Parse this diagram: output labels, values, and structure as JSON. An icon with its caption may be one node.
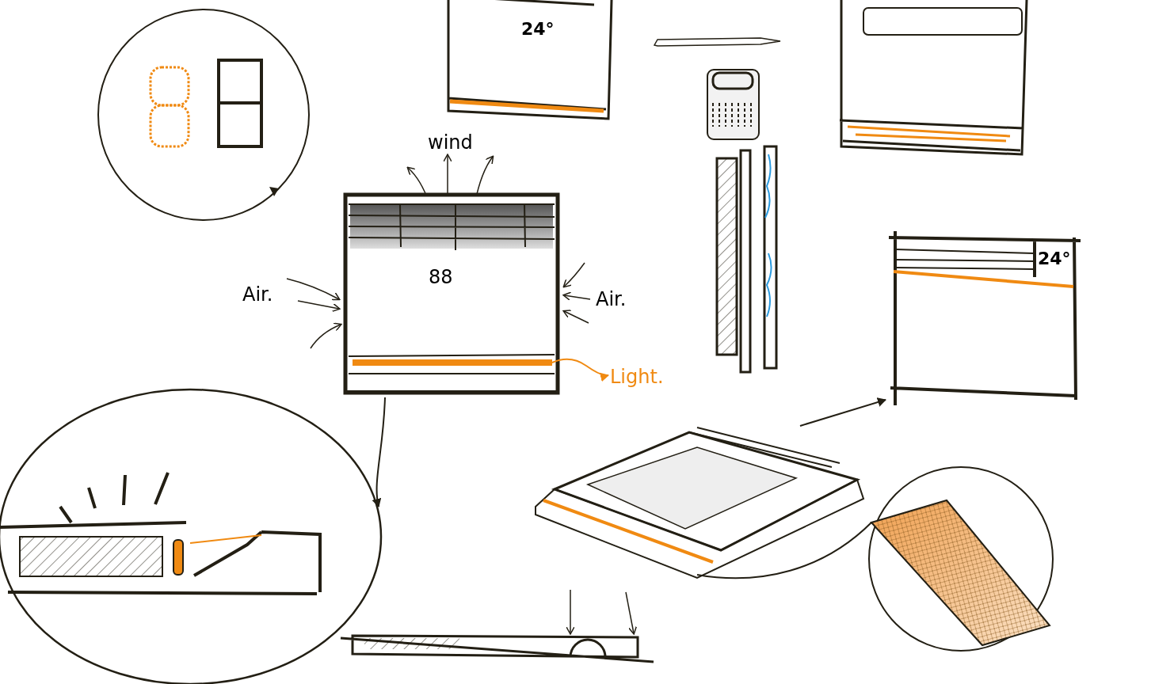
{
  "diagram": {
    "nodes": [
      {
        "text": [],
        "shape": "picture"
      },
      {
        "text": [
          "Light."
        ]
      },
      {
        "text": [],
        "shape": "bar",
        "in": 0
      },
      {
        "text": [],
        "shape": "circle"
      },
      {
        "text": [],
        "shape": "picture"
      },
      {
        "text": [],
        "shape": "circle"
      },
      {
        "text": [],
        "shape": "picture"
      }
    ],
    "edges": [
      {
        "from": 2,
        "to": 1,
        "arrow": "to",
        "color": "#f08a12"
      },
      {
        "from": 0,
        "to": 3,
        "arrow": "to"
      },
      {
        "from": 4,
        "to": 5,
        "arrow": "none"
      },
      {
        "from": 4,
        "to": 6,
        "arrow": "to"
      }
    ],
    "labels": [
      "24°",
      "wind",
      "24°",
      "88",
      "Air.",
      "Air."
    ]
  }
}
